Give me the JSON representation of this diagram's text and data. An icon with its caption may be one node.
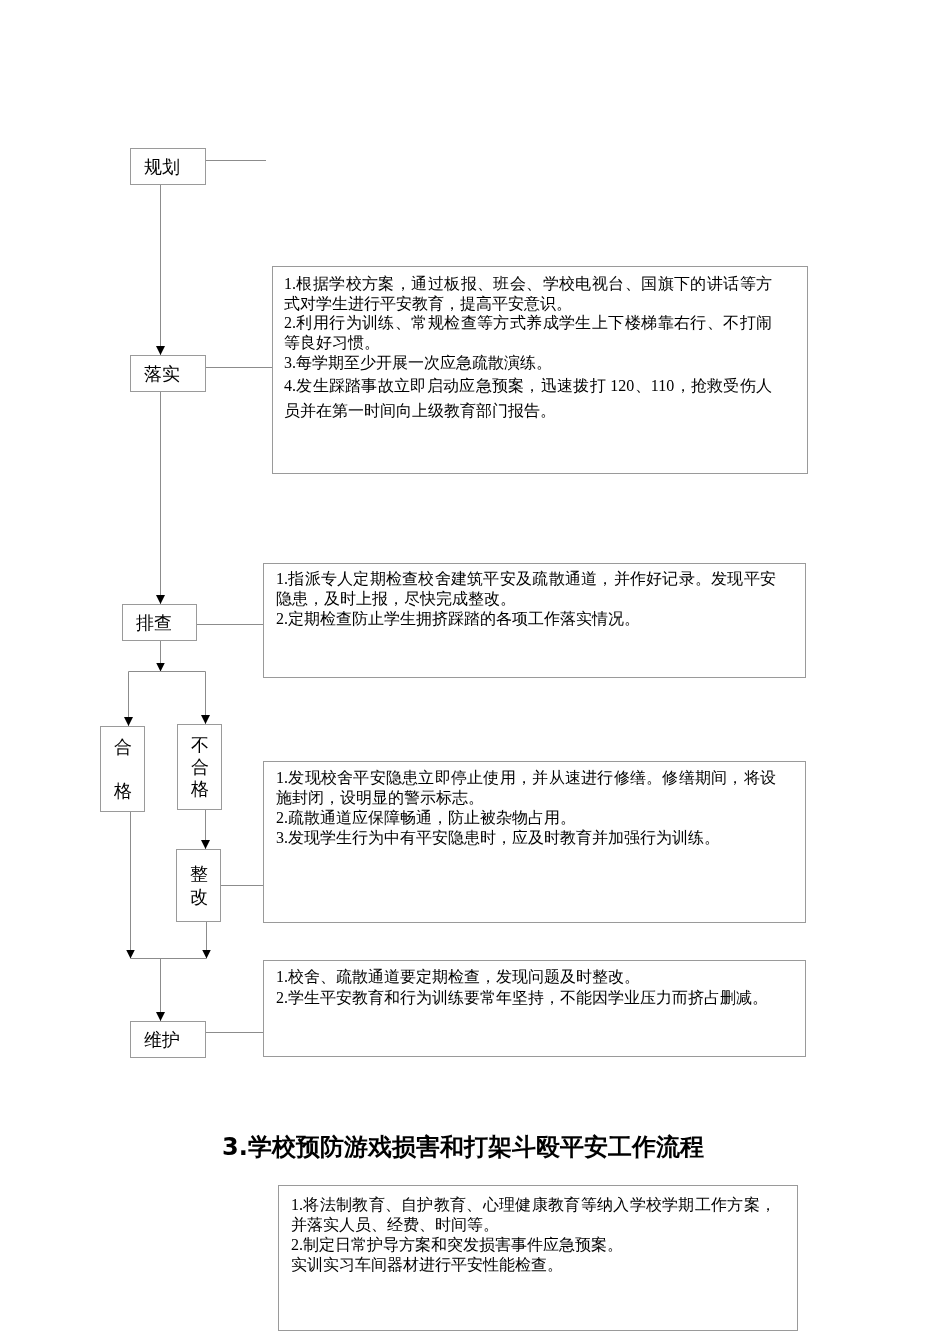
{
  "diagram": {
    "title": "3.学校预防游戏损害和打架斗殴平安工作流程",
    "nodes": [
      {
        "text": [
          "规划"
        ]
      },
      {
        "text": [
          "落实"
        ]
      },
      {
        "text": [
          "1.根据学校方案，通过板报、班会、学校电视台、国旗下的讲话等方式对学生进行平安教育，提高平安意识。",
          "2.利用行为训练、常规检查等方式养成学生上下楼梯靠右行、不打闹等良好习惯。",
          "3.每学期至少开展一次应急疏散演练。",
          "4.发生踩踏事故立即启动应急预案，迅速拨打 120、110，抢救受伤人员并在第一时间向上级教育部门报告。"
        ]
      },
      {
        "text": [
          "排查"
        ]
      },
      {
        "text": [
          "1.指派专人定期检查校舍建筑平安及疏散通道，并作好记录。发现平安隐患，及时上报，尽快完成整改。",
          "2.定期检查防止学生拥挤踩踏的各项工作落实情况。"
        ]
      },
      {
        "text": [
          "合格"
        ]
      },
      {
        "text": [
          "不合格"
        ]
      },
      {
        "text": [
          "整改"
        ]
      },
      {
        "text": [
          "1.发现校舍平安隐患立即停止使用，并从速进行修缮。修缮期间，将设施封闭，设明显的警示标志。",
          "2.疏散通道应保障畅通，防止被杂物占用。",
          "3.发现学生行为中有平安隐患时，应及时教育并加强行为训练。"
        ]
      },
      {
        "text": [
          "维护"
        ]
      },
      {
        "text": [
          "1.校舍、疏散通道要定期检查，发现问题及时整改。",
          "2.学生平安教育和行为训练要常年坚持，不能因学业压力而挤占删减。"
        ]
      },
      {
        "text": [
          "1.将法制教育、自护教育、心理健康教育等纳入学校学期工作方案，并落实人员、经费、时间等。",
          "2.制定日常护导方案和突发损害事件应急预案。",
          "实训实习车间器材进行平安性能检查。"
        ]
      }
    ],
    "edges": [
      {
        "from": 0,
        "to": 1,
        "arrow": "to"
      },
      {
        "from": 0,
        "to": null,
        "arrow": "none"
      },
      {
        "from": 1,
        "to": 2,
        "arrow": "none"
      },
      {
        "from": 1,
        "to": 3,
        "arrow": "to"
      },
      {
        "from": 3,
        "to": 4,
        "arrow": "none"
      },
      {
        "from": 3,
        "to": 5,
        "arrow": "to"
      },
      {
        "from": 3,
        "to": 6,
        "arrow": "to"
      },
      {
        "from": 6,
        "to": 7,
        "arrow": "to"
      },
      {
        "from": 7,
        "to": 8,
        "arrow": "none"
      },
      {
        "from": 5,
        "to": 9,
        "arrow": "to"
      },
      {
        "from": 7,
        "to": 9,
        "arrow": "to"
      },
      {
        "from": 9,
        "to": 10,
        "arrow": "none"
      }
    ]
  }
}
